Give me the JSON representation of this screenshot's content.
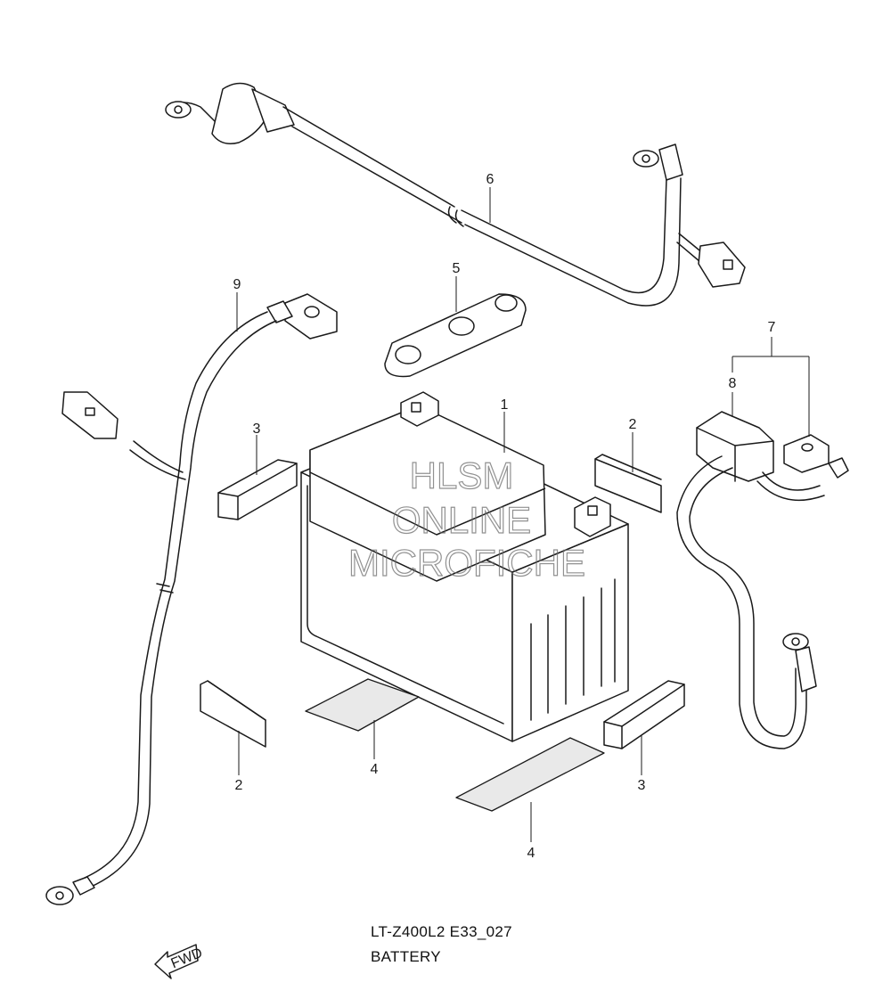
{
  "diagram": {
    "code": "LT-Z400L2 E33_027",
    "title": "BATTERY",
    "fwd_label": "FWD",
    "watermark": [
      "HLSM",
      "ONLINE",
      "MICROFICHE"
    ]
  },
  "callouts": [
    {
      "key": "battery",
      "text": "1"
    },
    {
      "key": "pad-top-right",
      "text": "2"
    },
    {
      "key": "pad-bottom-left",
      "text": "2"
    },
    {
      "key": "pad-top-left",
      "text": "3"
    },
    {
      "key": "pad-bottom-right",
      "text": "3"
    },
    {
      "key": "sheet-center",
      "text": "4"
    },
    {
      "key": "sheet-bottom",
      "text": "4"
    },
    {
      "key": "terminal-cover",
      "text": "5"
    },
    {
      "key": "lead-wire-top",
      "text": "6"
    },
    {
      "key": "lead-assembly",
      "text": "7"
    },
    {
      "key": "cover-8",
      "text": "8"
    },
    {
      "key": "lead-wire-left",
      "text": "9"
    }
  ]
}
